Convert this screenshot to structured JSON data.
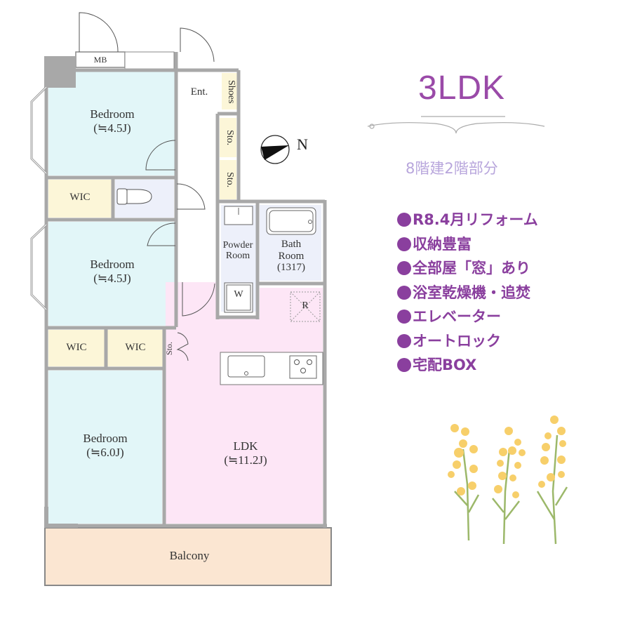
{
  "header": {
    "layout_type": "3LDK",
    "building_info": "8階建2階部分"
  },
  "features": [
    "R8.4月リフォーム",
    "収納豊富",
    "全部屋「窓」あり",
    "浴室乾燥機・追焚",
    "エレベーター",
    "オートロック",
    "宅配BOX"
  ],
  "compass": {
    "label": "N"
  },
  "rooms": {
    "bedroom1": {
      "name": "Bedroom",
      "size": "(≒4.5J)"
    },
    "bedroom2": {
      "name": "Bedroom",
      "size": "(≒4.5J)"
    },
    "bedroom3": {
      "name": "Bedroom",
      "size": "(≒6.0J)"
    },
    "ldk": {
      "name": "LDK",
      "size": "(≒11.2J)"
    },
    "balcony": {
      "name": "Balcony"
    },
    "entrance": {
      "name": "Ent."
    },
    "shoes": {
      "name": "Shoes"
    },
    "storage1": {
      "name": "Sto."
    },
    "storage2": {
      "name": "Sto."
    },
    "storage3": {
      "name": "Sto."
    },
    "mb": {
      "name": "MB"
    },
    "wic1": {
      "name": "WIC"
    },
    "wic2": {
      "name": "WIC"
    },
    "wic3": {
      "name": "WIC"
    },
    "powder": {
      "name": "Powder\nRoom"
    },
    "bath": {
      "name": "Bath\nRoom\n(1317)"
    },
    "washer": {
      "name": "W"
    },
    "fridge": {
      "name": "R"
    }
  },
  "colors": {
    "bedroom": "#e2f6f8",
    "ldk": "#fde6f6",
    "storage": "#fcf6d8",
    "wet": "#edf0fa",
    "balcony": "#fbe6d2",
    "wall": "#a8a8a8",
    "title": "#9a4aa8",
    "subtitle": "#b8a6dc",
    "feature": "#8a3f9e"
  }
}
